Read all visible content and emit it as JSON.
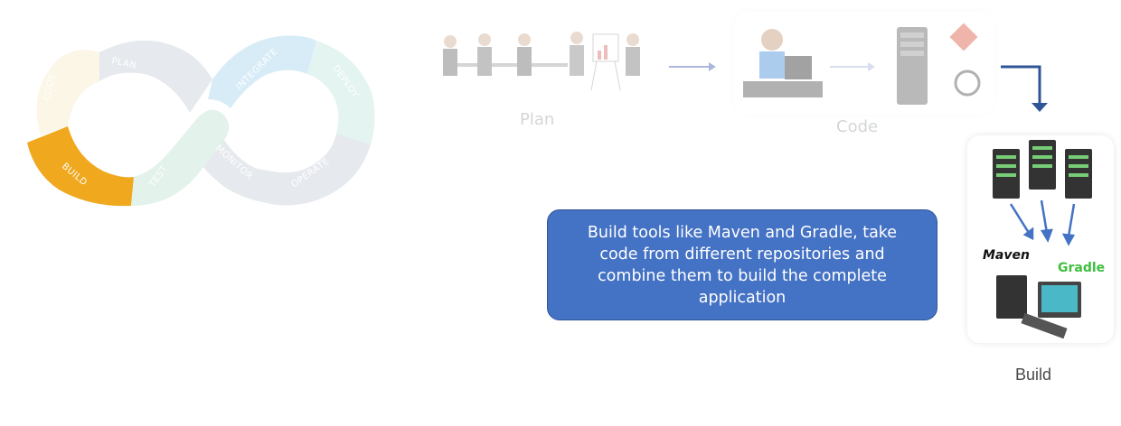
{
  "loop": {
    "segments": [
      {
        "label": "PLAN",
        "state": "faded"
      },
      {
        "label": "INTEGRATE",
        "state": "faded"
      },
      {
        "label": "DEPLOY",
        "state": "faded"
      },
      {
        "label": "OPERATE",
        "state": "faded"
      },
      {
        "label": "MONITOR",
        "state": "faded"
      },
      {
        "label": "TEST",
        "state": "faded"
      },
      {
        "label": "BUILD",
        "state": "active"
      },
      {
        "label": "CODE",
        "state": "faded"
      }
    ],
    "colors": {
      "active": "#f0a81e",
      "plan": "#e6e9ee",
      "code": "#fbf6e6",
      "integrate": "#d7ecf7",
      "deploy": "#e3f4f1",
      "operate": "#e6e9ee",
      "monitor": "#e6e9ee",
      "test": "#e3f2ea"
    }
  },
  "stages": {
    "plan": "Plan",
    "code": "Code",
    "build": "Build"
  },
  "callout": {
    "text": "Build tools like Maven and Gradle, take code from different repositories and combine them to build the complete application",
    "color": "#4472c4"
  },
  "logos": {
    "maven": "Maven",
    "gradle": "Gradle"
  },
  "icons": [
    "git-icon",
    "github-icon",
    "server-icon",
    "computer-icon"
  ]
}
